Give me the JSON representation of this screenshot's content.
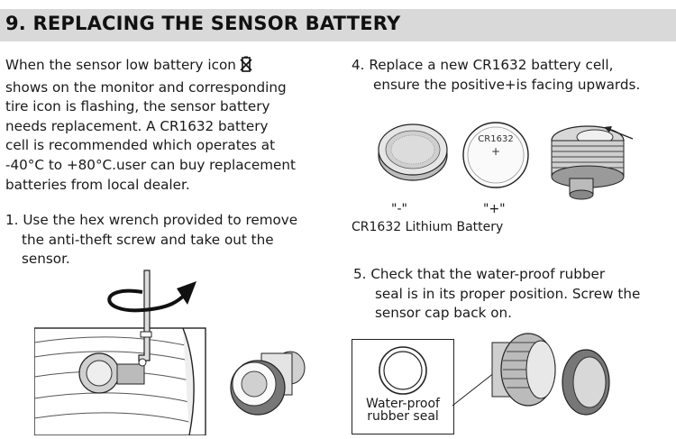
{
  "section": {
    "title": "9. REPLACING THE SENSOR BATTERY"
  },
  "intro": {
    "lines": [
      "When the sensor low battery icon",
      "shows on the monitor and corresponding",
      "tire icon is flashing, the sensor battery",
      "needs replacement. A CR1632 battery",
      "cell is recommended which operates at",
      "-40°C to +80°C.user can buy replacement",
      "batteries from local dealer."
    ]
  },
  "step1": {
    "lines": [
      "1. Use the hex wrench provided to remove",
      "the anti-theft screw and take out the",
      "sensor."
    ]
  },
  "step4": {
    "lines": [
      "4. Replace a new CR1632 battery cell,",
      "ensure the positive+is facing upwards."
    ]
  },
  "battery": {
    "coin_text": "CR1632",
    "coin_plus": "+",
    "minus_label": "\"-\"",
    "plus_label": "\"+\"",
    "caption": "CR1632 Lithium Battery"
  },
  "step5": {
    "lines": [
      "5. Check that the water-proof rubber",
      "seal is in its proper position. Screw the",
      "sensor cap back on."
    ]
  },
  "seal": {
    "line1": "Water-proof",
    "line2": "rubber seal"
  },
  "icons": {
    "battery_low": "battery-low-icon",
    "rotate_arrow": "rotate-arrow-icon"
  },
  "colors": {
    "header_bg": "#d9d9d9",
    "text": "#1a1a1a"
  }
}
